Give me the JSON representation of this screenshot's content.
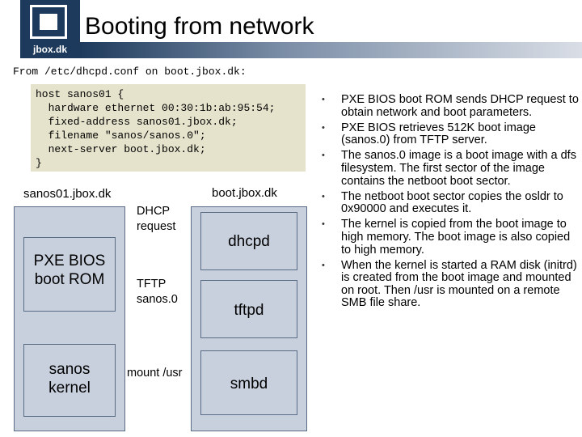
{
  "header": {
    "logo_text": "jbox.dk",
    "title": "Booting from network"
  },
  "subline": "From /etc/dhcpd.conf on boot.jbox.dk:",
  "code_lines": [
    "host sanos01 {",
    "  hardware ethernet 00:30:1b:ab:95:54;",
    "  fixed-address sanos01.jbox.dk;",
    "  filename \"sanos/sanos.0\";",
    "  next-server boot.jbox.dk;",
    "}"
  ],
  "diagram": {
    "client_host": "sanos01.jbox.dk",
    "server_host": "boot.jbox.dk",
    "client_boxes": [
      "PXE BIOS boot ROM",
      "sanos kernel"
    ],
    "server_boxes": [
      "dhcpd",
      "tftpd",
      "smbd"
    ],
    "flows": [
      "DHCP request",
      "TFTP sanos.0",
      "mount /usr"
    ]
  },
  "bullets": [
    "PXE BIOS boot ROM sends DHCP request to obtain network and boot parameters.",
    "PXE BIOS retrieves 512K boot image (sanos.0) from TFTP server.",
    "The sanos.0 image is a boot image with a dfs filesystem. The first sector of the image contains the netboot boot sector.",
    "The netboot boot sector copies the osldr to 0x90000 and executes it.",
    "The kernel is copied from the boot image to high memory. The boot image is also copied to high memory.",
    "When the kernel is started a RAM disk (initrd) is created from the boot image and mounted on root. Then /usr is mounted on a remote SMB file share."
  ]
}
